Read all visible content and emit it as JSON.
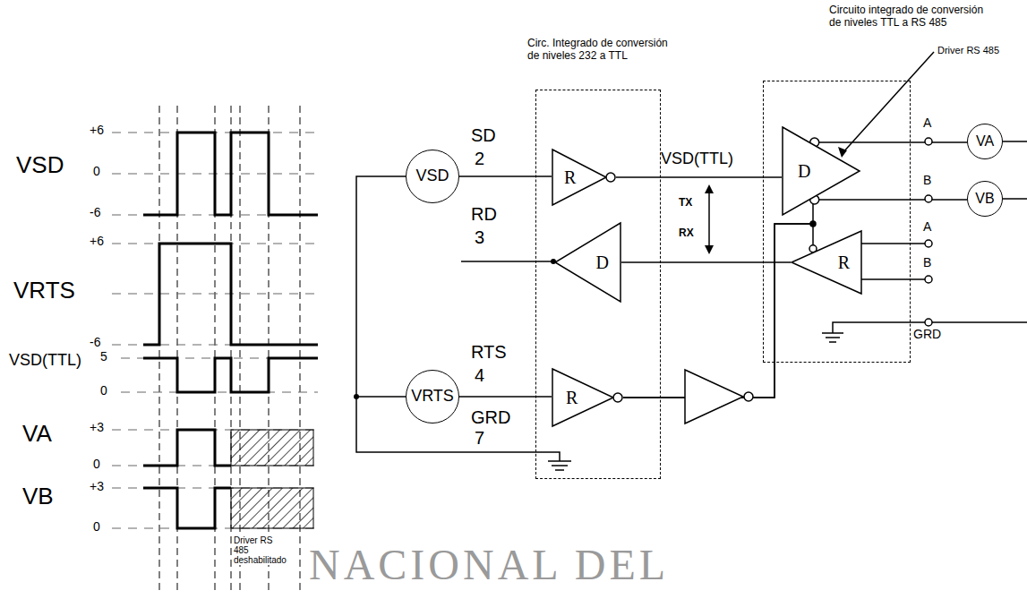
{
  "diagram": {
    "nodes": [
      {
        "text": [
          "Circ. Integrado de conversión de niveles 232 a TTL"
        ]
      },
      {
        "text": [
          "R"
        ],
        "in": 0
      },
      {
        "text": [
          "D"
        ],
        "in": 0
      },
      {
        "text": [
          "R"
        ],
        "in": 0
      },
      {
        "text": [
          "Circuito integrado de conversión de niveles TTL a RS 485"
        ]
      },
      {
        "text": [
          "D"
        ],
        "in": 4
      },
      {
        "text": [
          "R"
        ],
        "in": 4
      },
      {
        "text": [
          "VSD"
        ]
      },
      {
        "text": [
          "VRTS"
        ]
      },
      {
        "text": [
          "VA"
        ]
      },
      {
        "text": [
          "VB"
        ]
      }
    ],
    "edges": [
      {
        "from": 7,
        "to": 1,
        "arrow": "none"
      },
      {
        "from": 8,
        "to": 3,
        "arrow": "none"
      },
      {
        "from": 1,
        "to": 5,
        "label": "VSD(TTL)",
        "arrow": "none"
      },
      {
        "from": 6,
        "to": 2,
        "arrow": "none"
      },
      {
        "from": 3,
        "to": 5,
        "arrow": "none"
      },
      {
        "from": 5,
        "to": 9,
        "arrow": "none"
      },
      {
        "from": 5,
        "to": 10,
        "arrow": "none"
      },
      {
        "from": 3,
        "to": 6,
        "arrow": "none"
      }
    ],
    "labels": [
      "VSD",
      "+6",
      "0",
      "-6",
      "VRTS",
      "+6",
      "-6",
      "VSD(TTL)",
      "5",
      "0",
      "VA",
      "+3",
      "0",
      "VB",
      "+3",
      "0",
      "Driver RS 485 deshabilitado",
      "SD",
      "2",
      "RD",
      "3",
      "RTS",
      "4",
      "GRD",
      "7",
      "TX",
      "RX",
      "Driver RS 485",
      "A",
      "B",
      "A",
      "B",
      "GRD",
      "NACIONAL DEL"
    ]
  }
}
